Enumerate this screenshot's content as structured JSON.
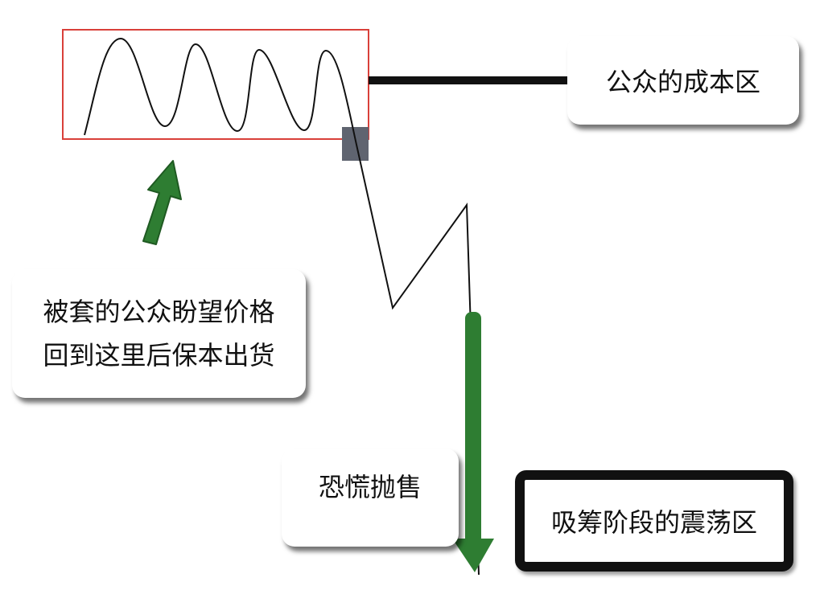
{
  "labels": {
    "public_cost_zone": "公众的成本区",
    "trapped_public_line1": "被套的公众盼望价格",
    "trapped_public_line2": "回到这里后保本出货",
    "panic_selling": "恐慌抛售",
    "accumulation_zone": "吸筹阶段的震荡区"
  },
  "colors": {
    "arrow_green": "#2e7d32",
    "box_border_red": "#d9403a",
    "marker_grey": "#5f6470"
  }
}
